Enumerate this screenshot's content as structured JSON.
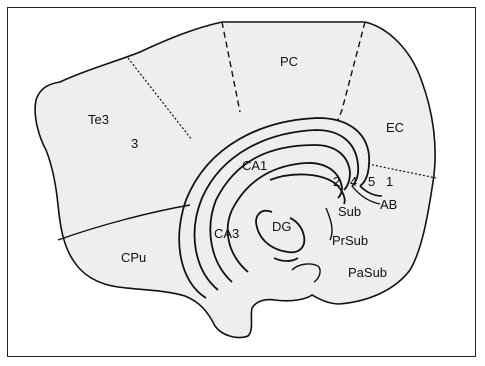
{
  "diagram": {
    "colors": {
      "fill": "#eeeeee",
      "stroke": "#111111"
    },
    "labels": {
      "te3": "Te3",
      "layer3": "3",
      "pc": "PC",
      "ec": "EC",
      "ca1": "CA1",
      "ca3": "CA3",
      "dg": "DG",
      "layer2": "2",
      "layer4": "4",
      "layer5": "5",
      "layer1": "1",
      "sub": "Sub",
      "ab": "AB",
      "prsub": "PrSub",
      "pasub": "PaSub",
      "cpu": "CPu"
    }
  }
}
